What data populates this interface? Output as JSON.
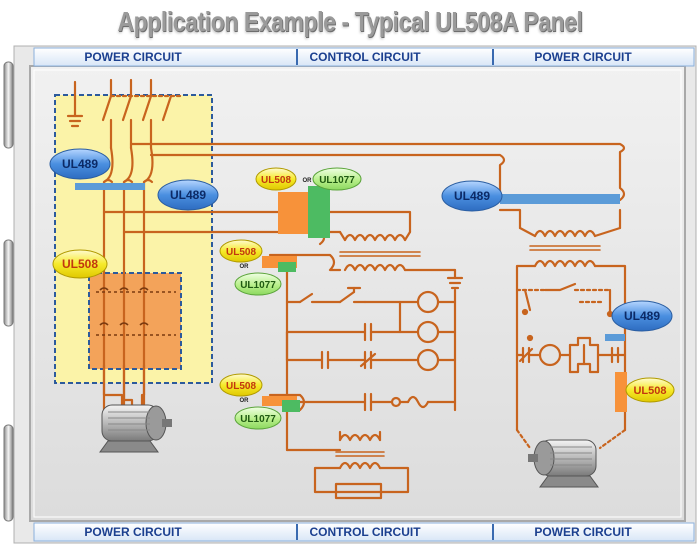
{
  "title": "Application Example - Typical UL508A Panel",
  "header": {
    "left": "POWER CIRCUIT",
    "center": "CONTROL CIRCUIT",
    "right": "POWER CIRCUIT"
  },
  "footer": {
    "left": "POWER CIRCUIT",
    "center": "CONTROL CIRCUIT",
    "right": "POWER CIRCUIT"
  },
  "badges": {
    "ul489": "UL489",
    "ul508": "UL508",
    "ul1077": "UL1077",
    "or": "OR"
  },
  "colors": {
    "wire": "#c8641e",
    "ul489_badge": "#4a8fe0",
    "ul508_badge": "#f6ea2a",
    "ul1077_badge": "#b8ef8a",
    "power_zone": "#fbf3a8",
    "contactor_zone": "#f3a35a",
    "header_text": "#1b3f8f"
  }
}
